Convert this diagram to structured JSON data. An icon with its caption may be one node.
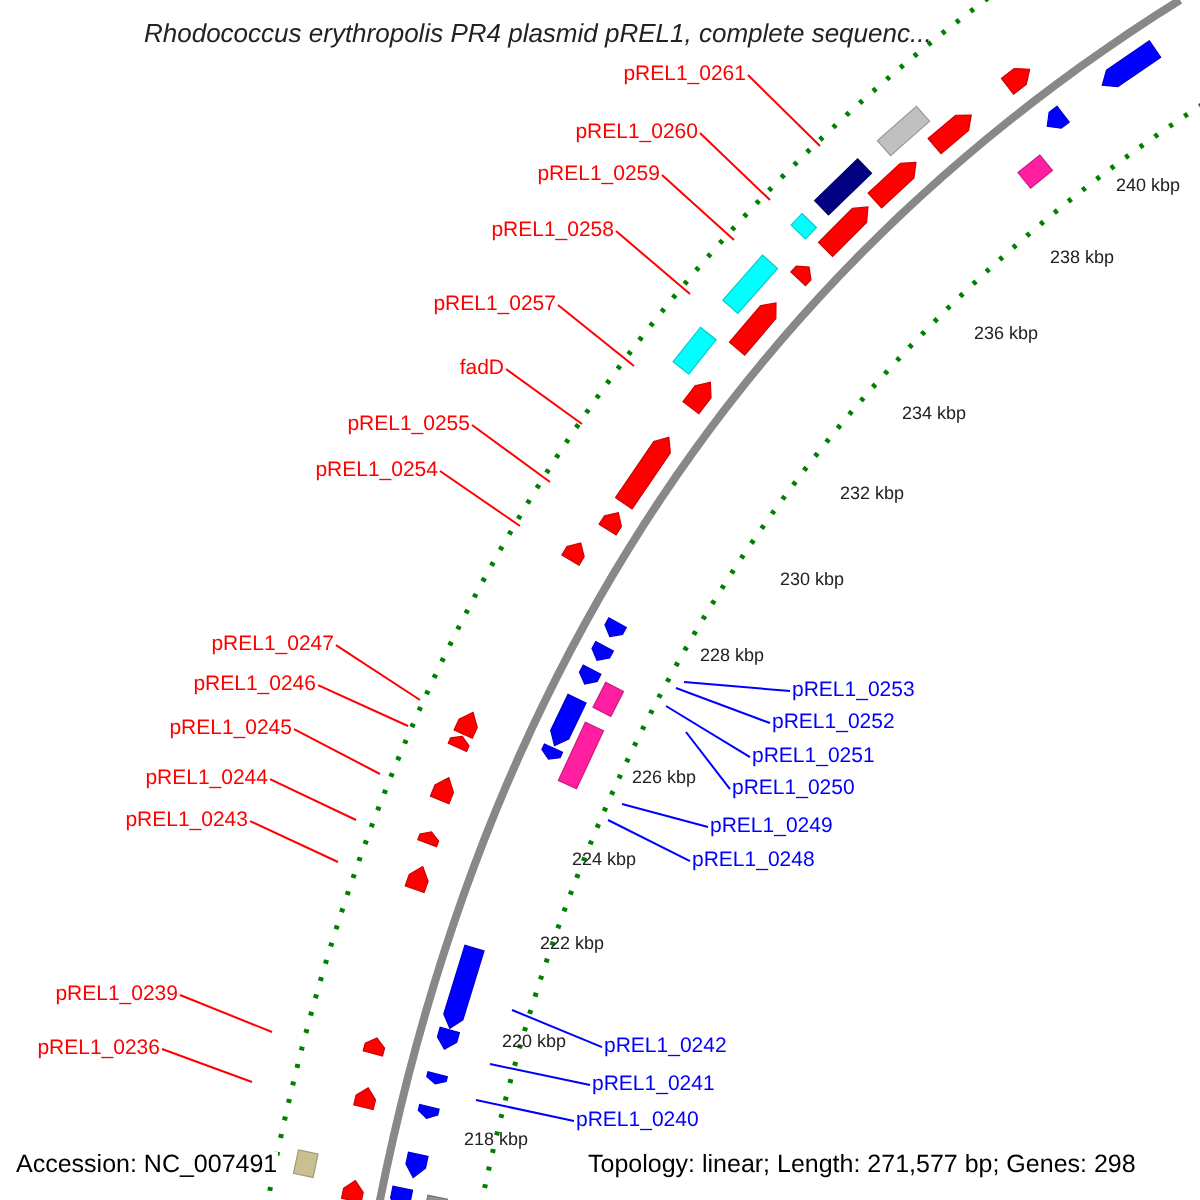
{
  "diagram": {
    "title": "Rhodococcus erythropolis PR4 plasmid pREL1, complete sequenc...",
    "nodes": [
      {
        "text": [
          "pREL1_0261"
        ]
      },
      {
        "text": [
          "pREL1_0260"
        ]
      },
      {
        "text": [
          "pREL1_0259"
        ]
      },
      {
        "text": [
          "pREL1_0258"
        ]
      },
      {
        "text": [
          "pREL1_0257"
        ]
      },
      {
        "text": [
          "fadD"
        ]
      },
      {
        "text": [
          "pREL1_0255"
        ]
      },
      {
        "text": [
          "pREL1_0254"
        ]
      },
      {
        "text": [
          "pREL1_0253"
        ]
      },
      {
        "text": [
          "pREL1_0252"
        ]
      },
      {
        "text": [
          "pREL1_0247"
        ]
      },
      {
        "text": [
          "pREL1_0251"
        ]
      },
      {
        "text": [
          "pREL1_0246"
        ]
      },
      {
        "text": [
          "pREL1_0245"
        ]
      },
      {
        "text": [
          "pREL1_0250"
        ]
      },
      {
        "text": [
          "pREL1_0244"
        ]
      },
      {
        "text": [
          "pREL1_0243"
        ]
      },
      {
        "text": [
          "pREL1_0249"
        ]
      },
      {
        "text": [
          "pREL1_0248"
        ]
      },
      {
        "text": [
          "pREL1_0239"
        ]
      },
      {
        "text": [
          "pREL1_0242"
        ]
      },
      {
        "text": [
          "pREL1_0236"
        ]
      },
      {
        "text": [
          "pREL1_0241"
        ]
      },
      {
        "text": [
          "pREL1_0240"
        ]
      }
    ],
    "edges": [
      {
        "from": 0,
        "to": null,
        "arrow": "none"
      },
      {
        "from": 1,
        "to": null,
        "arrow": "none"
      },
      {
        "from": 2,
        "to": null,
        "arrow": "none"
      },
      {
        "from": 3,
        "to": null,
        "arrow": "none"
      },
      {
        "from": 4,
        "to": null,
        "arrow": "none"
      },
      {
        "from": 5,
        "to": null,
        "arrow": "none"
      },
      {
        "from": 6,
        "to": null,
        "arrow": "none"
      },
      {
        "from": 7,
        "to": null,
        "arrow": "none"
      },
      {
        "from": 8,
        "to": null,
        "arrow": "none",
        "color": "#0000ff"
      },
      {
        "from": 9,
        "to": null,
        "arrow": "none",
        "color": "#0000ff"
      },
      {
        "from": 10,
        "to": null,
        "arrow": "none"
      },
      {
        "from": 11,
        "to": null,
        "arrow": "none",
        "color": "#0000ff"
      },
      {
        "from": 12,
        "to": null,
        "arrow": "none"
      },
      {
        "from": 13,
        "to": null,
        "arrow": "none"
      },
      {
        "from": 14,
        "to": null,
        "arrow": "none",
        "color": "#0000ff"
      },
      {
        "from": 15,
        "to": null,
        "arrow": "none"
      },
      {
        "from": 16,
        "to": null,
        "arrow": "none"
      },
      {
        "from": 17,
        "to": null,
        "arrow": "none",
        "color": "#0000ff"
      },
      {
        "from": 18,
        "to": null,
        "arrow": "none",
        "color": "#0000ff"
      },
      {
        "from": 19,
        "to": null,
        "arrow": "none"
      },
      {
        "from": 20,
        "to": null,
        "arrow": "none",
        "color": "#0000ff"
      },
      {
        "from": 21,
        "to": null,
        "arrow": "none"
      },
      {
        "from": 22,
        "to": null,
        "arrow": "none",
        "color": "#0000ff"
      },
      {
        "from": 23,
        "to": null,
        "arrow": "none",
        "color": "#0000ff"
      }
    ],
    "labels": [
      "240 kbp",
      "238 kbp",
      "236 kbp",
      "234 kbp",
      "232 kbp",
      "230 kbp",
      "228 kbp",
      "226 kbp",
      "224 kbp",
      "222 kbp",
      "220 kbp",
      "218 kbp",
      "Accession: NC_007491",
      "Topology: linear; Length: 271,577 bp; Genes: 298"
    ]
  }
}
